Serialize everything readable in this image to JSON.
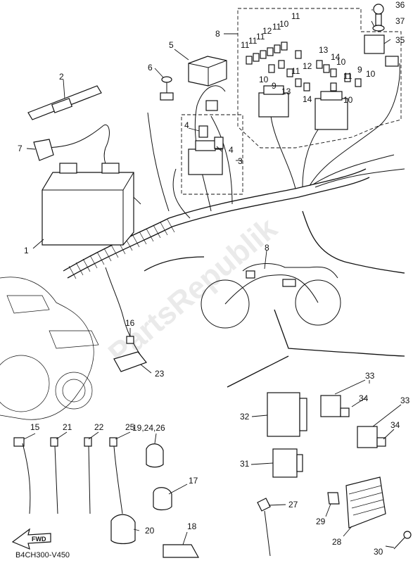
{
  "diagram": {
    "watermark": "PartsRepublik",
    "code": "B4CH300-V450",
    "fwd_label": "FWD",
    "callouts": [
      "1",
      "2",
      "3",
      "4",
      "4",
      "5",
      "6",
      "7",
      "8",
      "8",
      "9",
      "9",
      "10",
      "10",
      "10",
      "10",
      "10",
      "11",
      "11",
      "11",
      "11",
      "11",
      "11",
      "11",
      "12",
      "12",
      "13",
      "13",
      "14",
      "14",
      "15",
      "16",
      "17",
      "18",
      "19,24,26",
      "20",
      "21",
      "22",
      "23",
      "25",
      "27",
      "28",
      "29",
      "30",
      "31",
      "32",
      "33",
      "33",
      "34",
      "34",
      "35",
      "36",
      "37"
    ]
  }
}
